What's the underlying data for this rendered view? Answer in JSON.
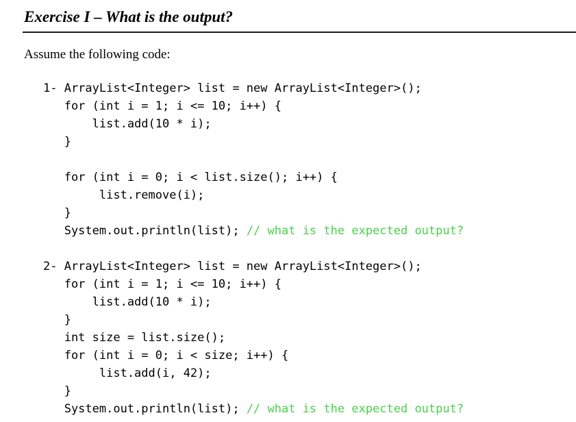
{
  "document": {
    "title": "Exercise I – What is the output?",
    "intro": "Assume the following code:",
    "comment_color": "#4ad14a"
  },
  "code_blocks": [
    {
      "number": "1-",
      "lines": [
        {
          "code": "1- ArrayList<Integer> list = new ArrayList<Integer>();",
          "comment": ""
        },
        {
          "code": "   for (int i = 1; i <= 10; i++) {",
          "comment": ""
        },
        {
          "code": "       list.add(10 * i);",
          "comment": ""
        },
        {
          "code": "   }",
          "comment": ""
        },
        {
          "code": "",
          "comment": ""
        },
        {
          "code": "   for (int i = 0; i < list.size(); i++) {",
          "comment": ""
        },
        {
          "code": "        list.remove(i);",
          "comment": ""
        },
        {
          "code": "   }",
          "comment": ""
        },
        {
          "code": "   System.out.println(list); ",
          "comment": "// what is the expected output?"
        }
      ]
    },
    {
      "number": "2-",
      "lines": [
        {
          "code": "2- ArrayList<Integer> list = new ArrayList<Integer>();",
          "comment": ""
        },
        {
          "code": "   for (int i = 1; i <= 10; i++) {",
          "comment": ""
        },
        {
          "code": "       list.add(10 * i);",
          "comment": ""
        },
        {
          "code": "   }",
          "comment": ""
        },
        {
          "code": "   int size = list.size();",
          "comment": ""
        },
        {
          "code": "   for (int i = 0; i < size; i++) {",
          "comment": ""
        },
        {
          "code": "        list.add(i, 42);",
          "comment": ""
        },
        {
          "code": "   }",
          "comment": ""
        },
        {
          "code": "   System.out.println(list); ",
          "comment": "// what is the expected output?"
        }
      ]
    }
  ]
}
